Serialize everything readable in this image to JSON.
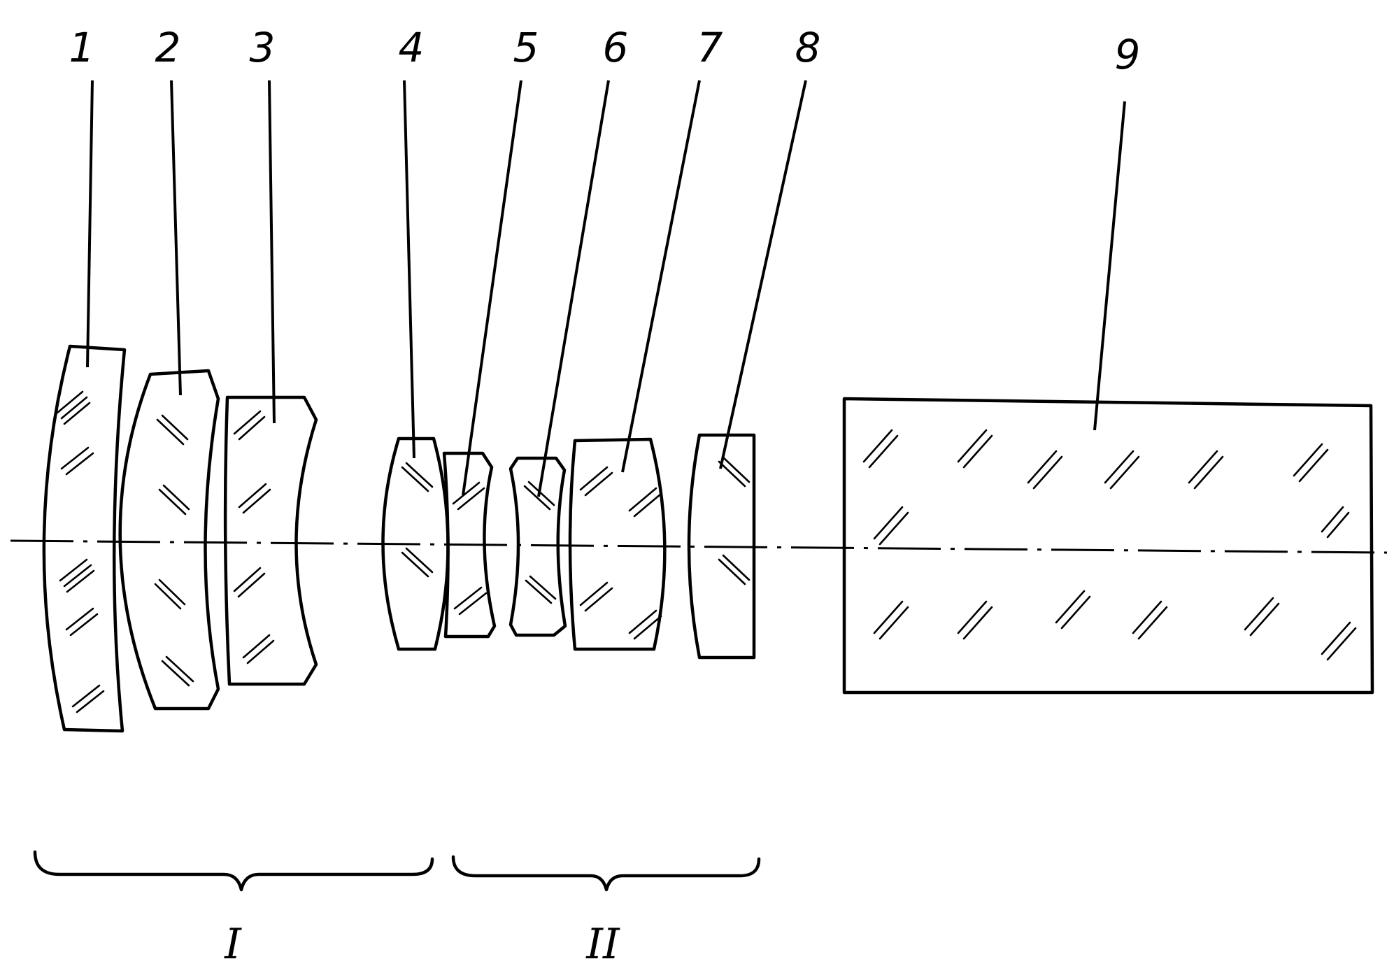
{
  "elements": [
    {
      "id": "1",
      "label": "1"
    },
    {
      "id": "2",
      "label": "2"
    },
    {
      "id": "3",
      "label": "3"
    },
    {
      "id": "4",
      "label": "4"
    },
    {
      "id": "5",
      "label": "5"
    },
    {
      "id": "6",
      "label": "6"
    },
    {
      "id": "7",
      "label": "7"
    },
    {
      "id": "8",
      "label": "8"
    },
    {
      "id": "9",
      "label": "9"
    }
  ],
  "groups": [
    {
      "id": "I",
      "label": "I"
    },
    {
      "id": "II",
      "label": "II"
    }
  ],
  "colors": {
    "line": "#000000",
    "background": "#ffffff"
  }
}
